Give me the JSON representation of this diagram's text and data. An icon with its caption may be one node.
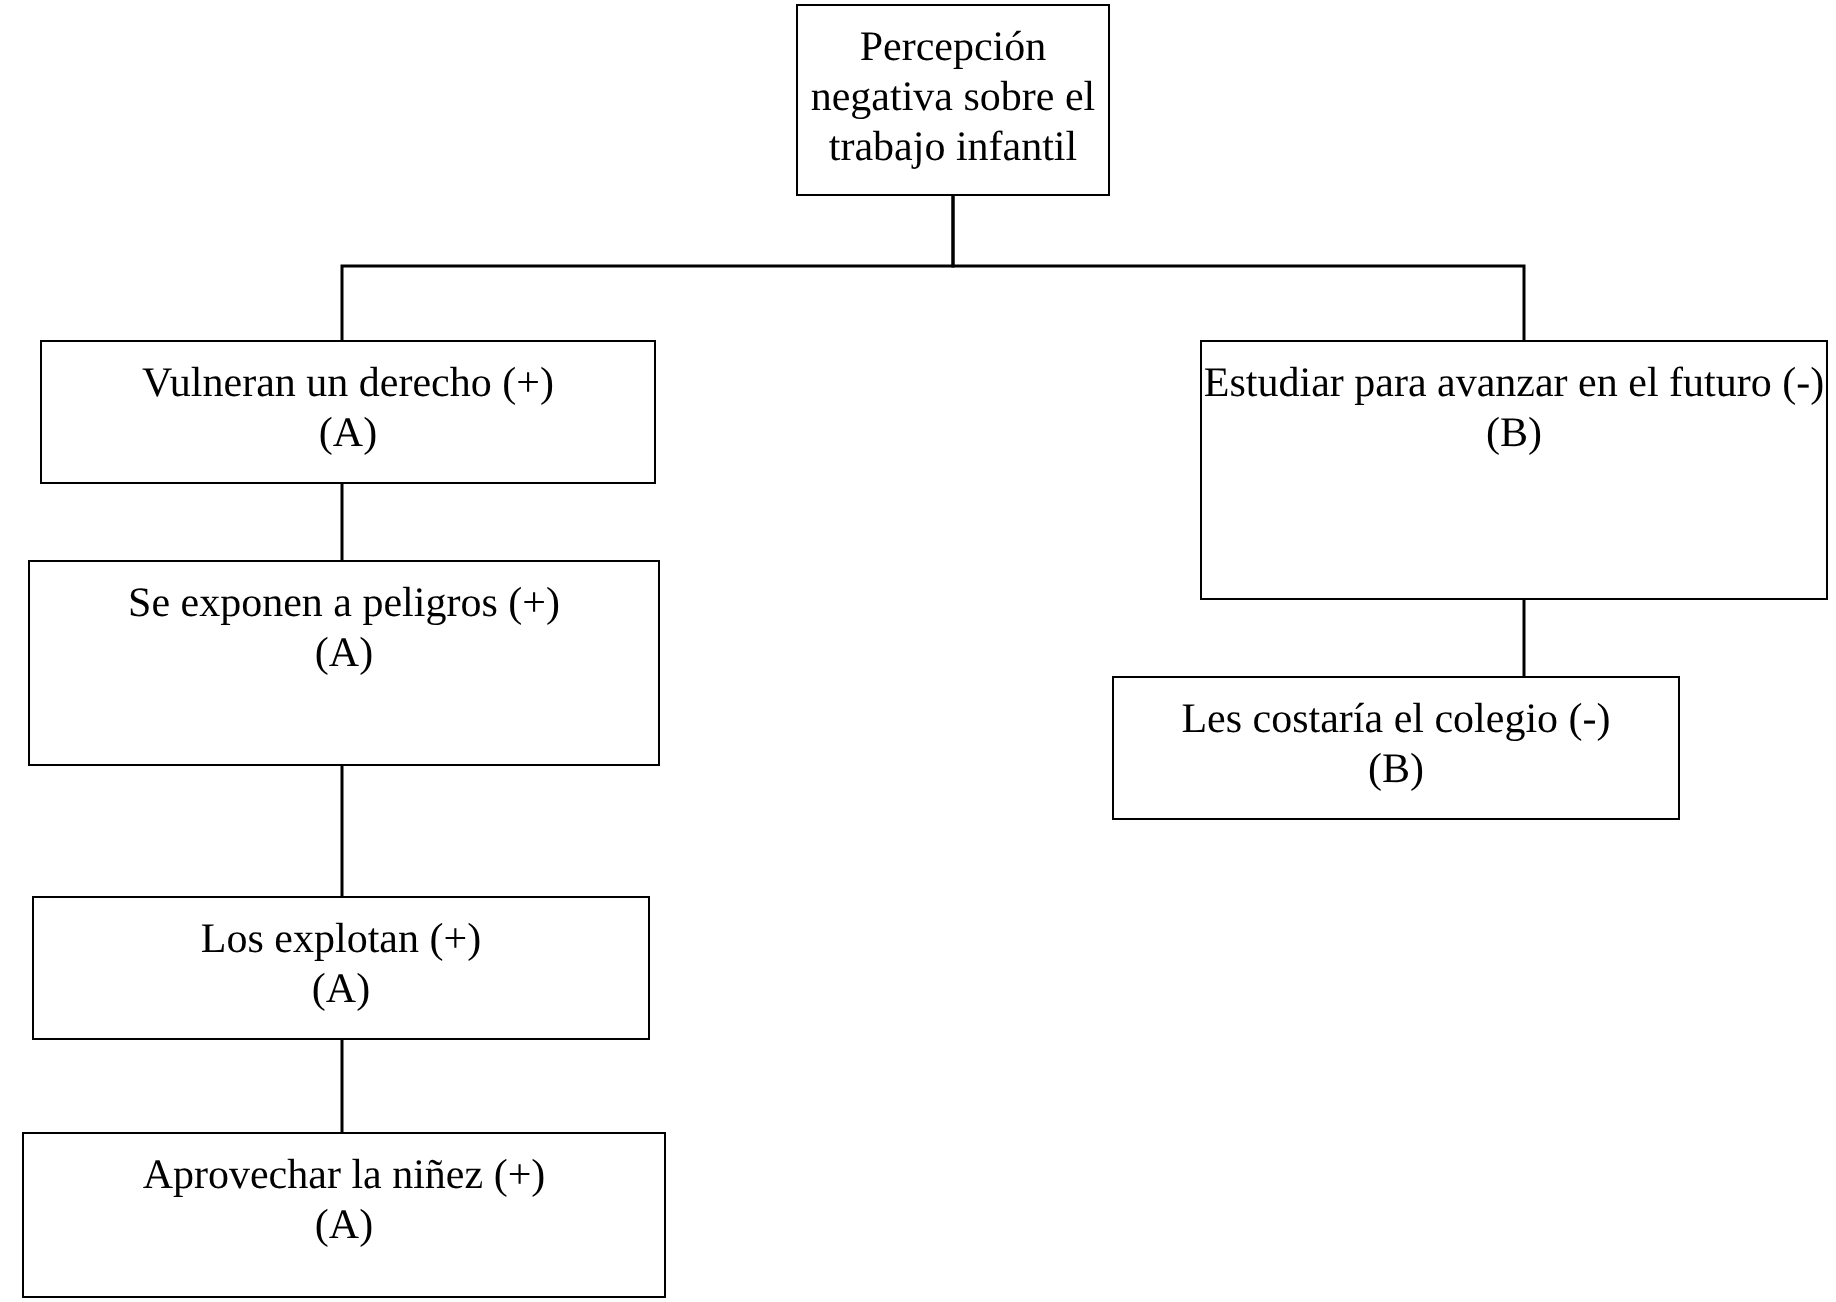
{
  "diagram": {
    "nodes": [
      {
        "text": [
          "Percepción negativa sobre el trabajo infantil"
        ]
      },
      {
        "text": [
          "Vulneran un derecho (+)",
          "(A)"
        ]
      },
      {
        "text": [
          "Estudiar para avanzar en el futuro (-)",
          "(B)"
        ]
      },
      {
        "text": [
          "Se exponen a peligros (+)",
          "(A)"
        ]
      },
      {
        "text": [
          "Les costaría el colegio (-)",
          "(B)"
        ]
      },
      {
        "text": [
          "Los explotan (+)",
          "(A)"
        ]
      },
      {
        "text": [
          "Aprovechar la niñez (+)",
          "(A)"
        ]
      }
    ],
    "edges": [
      {
        "from": 0,
        "to": 1,
        "arrow": "none"
      },
      {
        "from": 0,
        "to": 2,
        "arrow": "none"
      },
      {
        "from": 1,
        "to": 3,
        "arrow": "none"
      },
      {
        "from": 2,
        "to": 4,
        "arrow": "none"
      },
      {
        "from": 3,
        "to": 5,
        "arrow": "none"
      },
      {
        "from": 5,
        "to": 6,
        "arrow": "none"
      }
    ]
  }
}
